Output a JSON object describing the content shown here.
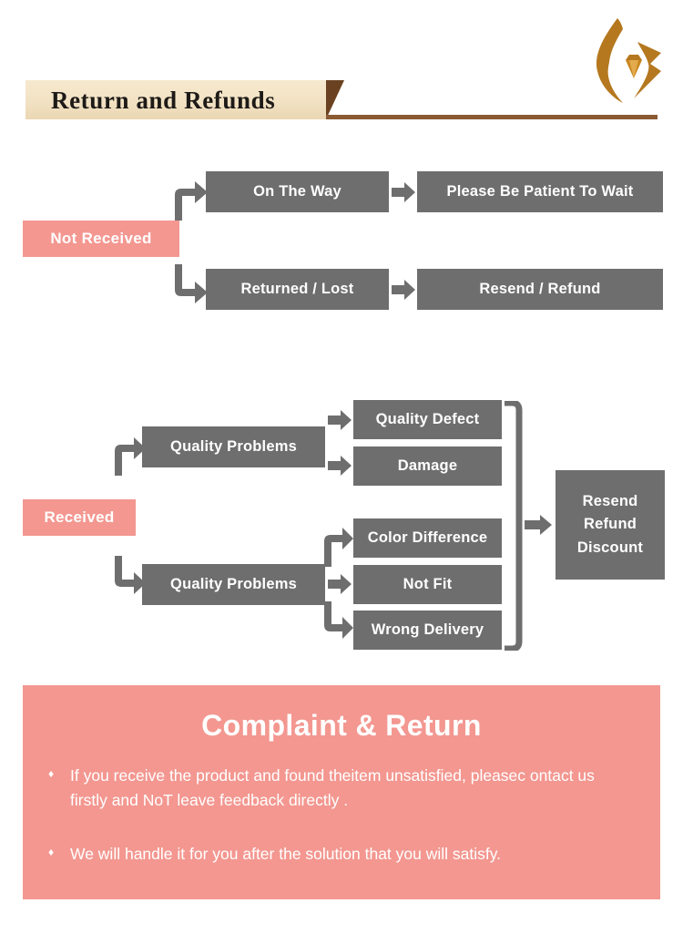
{
  "header": {
    "title": "Return and Refunds",
    "logo_icon": "flame-diamond-logo-icon",
    "ribbon_color": "#f2e2c4",
    "rule_color": "#8a5a33",
    "tail_color": "#6b4221"
  },
  "theme": {
    "box_gray": "#6e6e6e",
    "accent_pink": "#f39790",
    "text_white": "#ffffff",
    "page_background": "#ffffff"
  },
  "flow_not_received": {
    "start_label": "Not Received",
    "branches": [
      {
        "step": "On The Way",
        "result": "Please Be Patient To Wait"
      },
      {
        "step": "Returned / Lost",
        "result": "Resend / Refund"
      }
    ]
  },
  "flow_received": {
    "start_label": "Received",
    "groups": [
      {
        "label": "Quality Problems",
        "reasons": [
          "Quality Defect",
          "Damage"
        ]
      },
      {
        "label": "Quality Problems",
        "reasons": [
          "Color Difference",
          "Not Fit",
          "Wrong Delivery"
        ]
      }
    ],
    "outcome_lines": [
      "Resend",
      "Refund",
      "Discount"
    ]
  },
  "complaint": {
    "title": "Complaint & Return",
    "bullet_glyph": "♦",
    "bullets": [
      "If you receive the product and found theitem unsatisfied, pleasec ontact us firstly and NoT leave feedback directly .",
      "We will handle it for you after the solution that you will satisfy."
    ]
  }
}
